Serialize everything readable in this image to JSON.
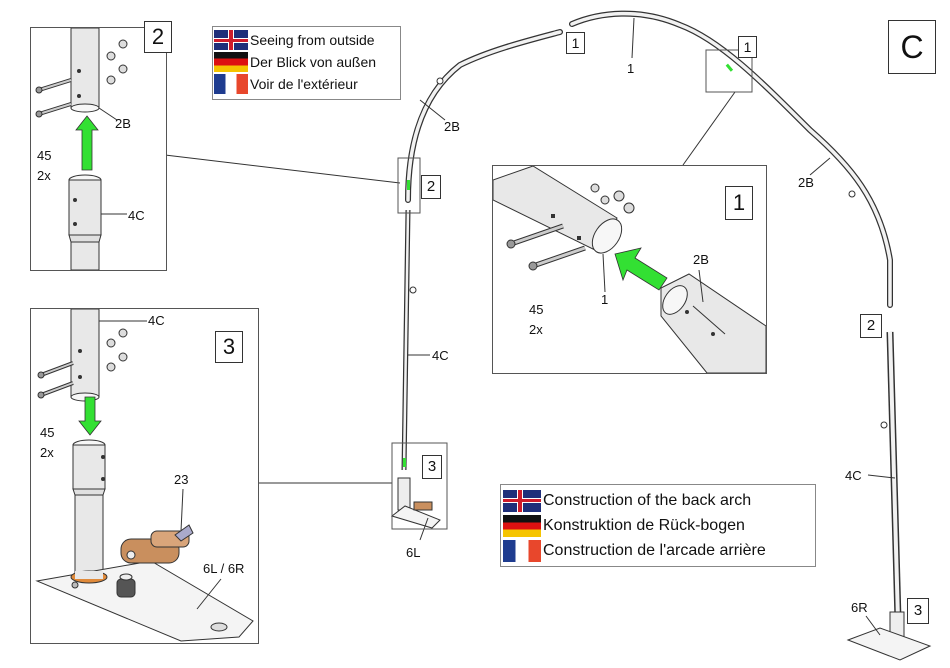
{
  "page_label": "C",
  "legend_top": {
    "items": [
      {
        "flag": "gb-flag-icon",
        "text": "Seeing from outside"
      },
      {
        "flag": "de-flag-icon",
        "text": "Der Blick von außen"
      },
      {
        "flag": "fr-flag-icon",
        "text": "Voir de l'extérieur"
      }
    ]
  },
  "legend_bottom": {
    "items": [
      {
        "flag": "gb-flag-icon",
        "text": "Construction of the back arch"
      },
      {
        "flag": "de-flag-icon",
        "text": "Konstruktion de Rück-bogen"
      },
      {
        "flag": "fr-flag-icon",
        "text": "Construction de l'arcade arrière"
      }
    ]
  },
  "detail_2": {
    "step": "2",
    "upper_part": "2B",
    "lower_part": "4C",
    "bolt_id": "45",
    "bolt_qty": "2x"
  },
  "detail_3": {
    "step": "3",
    "upper_part": "4C",
    "bolt_id": "45",
    "bolt_qty": "2x",
    "clip_part": "23",
    "base_part": "6L / 6R"
  },
  "detail_1": {
    "step": "1",
    "tube_part": "1",
    "insert_part": "2B",
    "bolt_id": "45",
    "bolt_qty": "2x"
  },
  "main": {
    "top_tube": "1",
    "step_1_left": "1",
    "step_1_right": "1",
    "left_bend": "2B",
    "right_bend": "2B",
    "left_step_2": "2",
    "right_step_2": "2",
    "left_leg": "4C",
    "right_leg": "4C",
    "left_step_3": "3",
    "right_step_3": "3",
    "left_base": "6L",
    "right_base": "6R"
  },
  "colors": {
    "arrow": "#33e033",
    "flange": "#e08a3a",
    "clip": "#c98f5e",
    "tube_fill": "#e8e8e8",
    "outline": "#333333"
  }
}
